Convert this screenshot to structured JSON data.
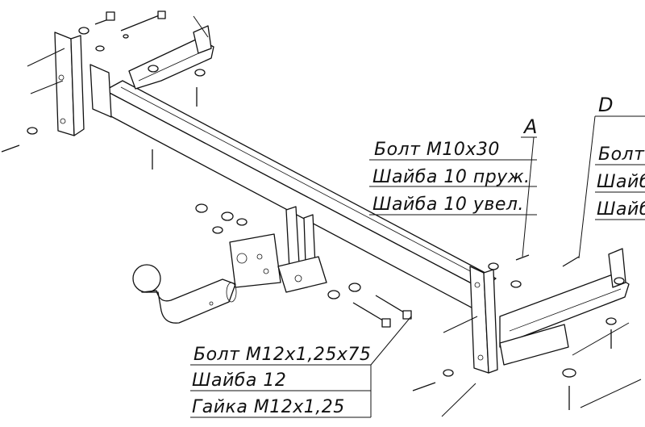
{
  "labels": {
    "letter_a": "A",
    "letter_d": "D",
    "group_a": [
      "Болт М10х30",
      "Шайба 10 пруж.",
      "Шайба 10 увел."
    ],
    "group_d": [
      "Болт",
      "Шайб",
      "Шайб"
    ],
    "group_bottom": [
      "Болт М12х1,25х75",
      "Шайба 12",
      "Гайка М12х1,25"
    ]
  }
}
